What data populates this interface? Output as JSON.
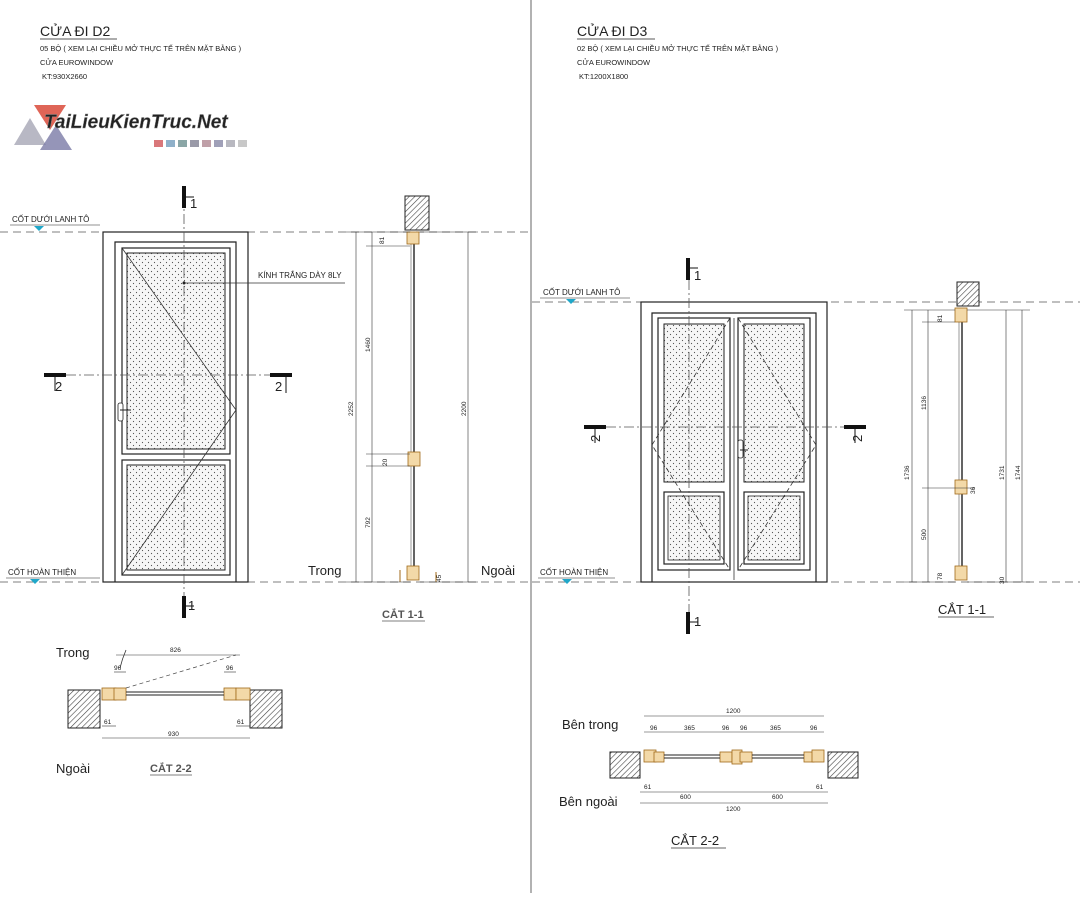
{
  "logo": {
    "text": "TaiLieuKienTruc.Net"
  },
  "colors": {
    "glass_fill": "#f4f4f4",
    "hatch": "#444",
    "profile": "#d9a24a",
    "level_marker": "#1fa7c9"
  },
  "d2": {
    "title": "CỬA ĐI D2",
    "note1": "05 BỘ ( XEM LẠI CHIỀU MỞ THỰC TẾ TRÊN MẶT BẰNG )",
    "note2": "CỬA EUROWINDOW",
    "note3": "KT:930X2660",
    "level_top": "CỐT DƯỚI LANH TÔ",
    "level_bottom": "CỐT HOÀN THIỆN",
    "glass_label": "KÍNH TRẮNG DÀY 8LY",
    "cut1": "1",
    "cut2": "2",
    "inside": "Trong",
    "outside": "Ngoài",
    "section11_title": "CẮT 1-1",
    "section22_title": "CẮT 2-2",
    "dims_vertical": [
      "81",
      "1460",
      "2252",
      "2200",
      "20",
      "792",
      "45"
    ],
    "plan_dims": [
      "826",
      "96",
      "96",
      "61",
      "61",
      "930"
    ]
  },
  "d3": {
    "title": "CỬA ĐI D3",
    "note1": "02 BỘ ( XEM LẠI CHIỀU MỞ THỰC TẾ TRÊN MẶT BẰNG )",
    "note2": "CỬA EUROWINDOW",
    "note3": "KT:1200X1800",
    "level_top": "CỐT DƯỚI LANH TÔ",
    "level_bottom": "CỐT HOÀN THIỆN",
    "cut1": "1",
    "cut2": "2",
    "inside": "Bên trong",
    "outside": "Bên ngoài",
    "section11_title": "CẮT 1-1",
    "section22_title": "CẮT 2-2",
    "dims_vertical": [
      "81",
      "1136",
      "1736",
      "1731",
      "1744",
      "36",
      "500",
      "78",
      "30"
    ],
    "plan_top_total": "1200",
    "plan_top_dims": [
      "96",
      "365",
      "96",
      "96",
      "365",
      "96"
    ],
    "plan_bottom_dims": [
      "61",
      "600",
      "600",
      "61"
    ],
    "plan_bottom_total": "1200"
  }
}
